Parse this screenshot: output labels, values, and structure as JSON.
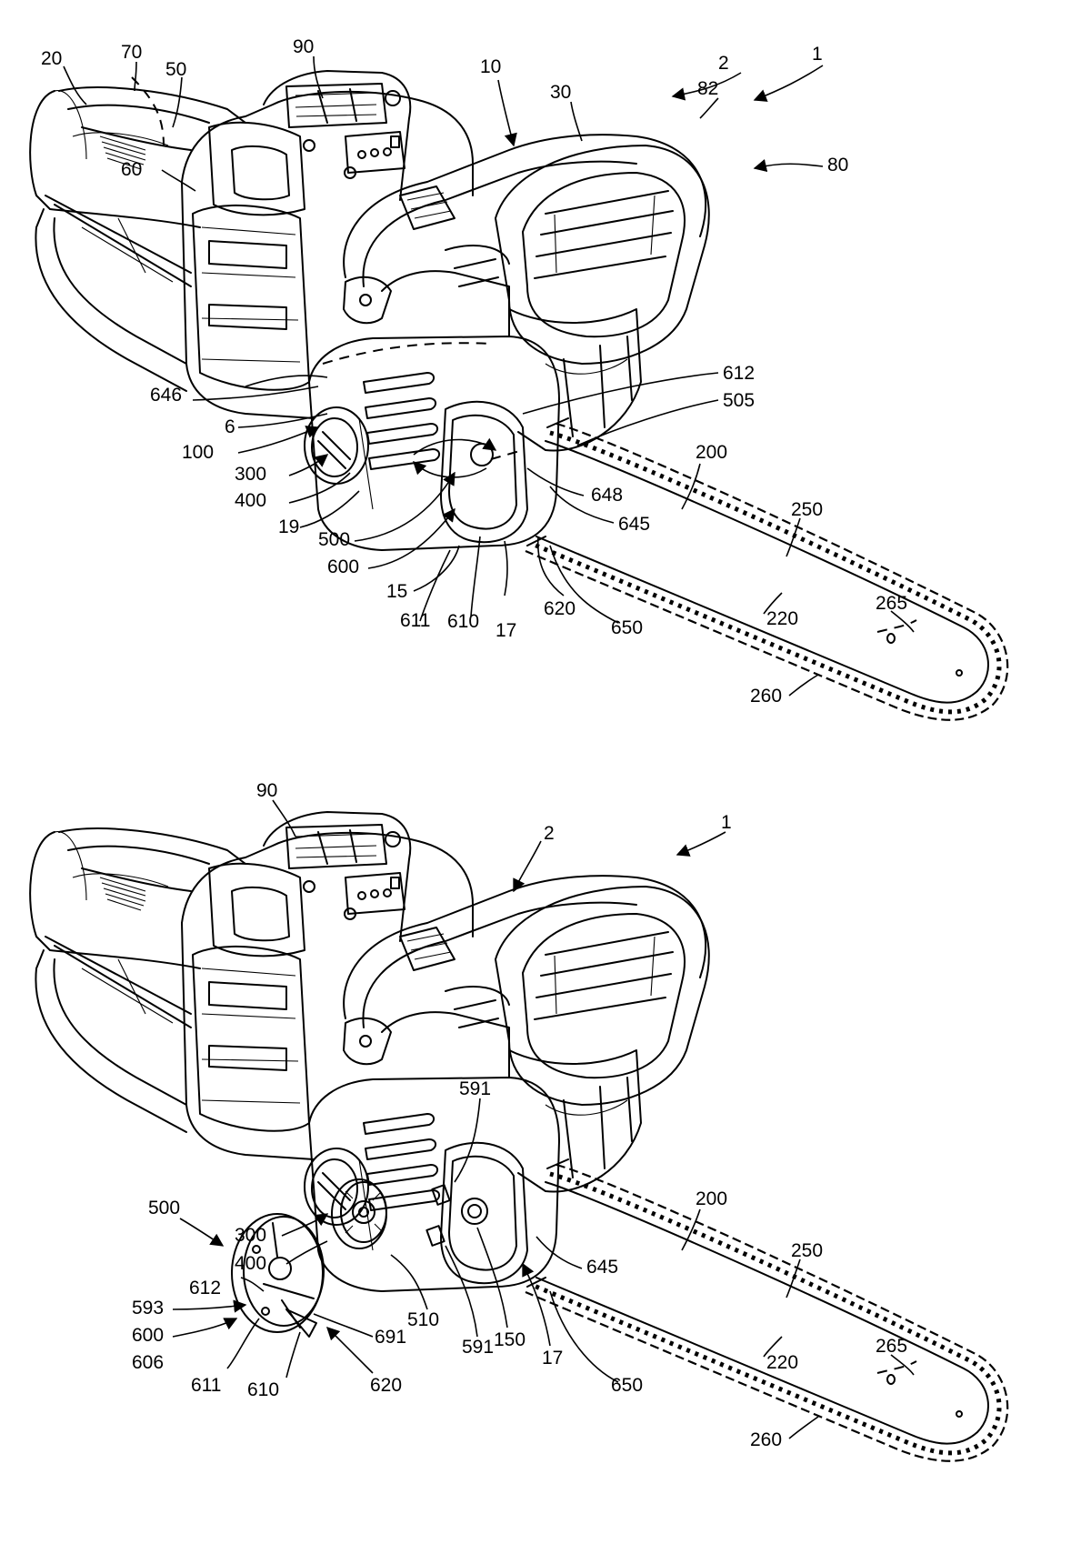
{
  "figures": [
    {
      "id": "top",
      "labels": [
        "1",
        "2",
        "10",
        "20",
        "30",
        "50",
        "60",
        "70",
        "80",
        "82",
        "90",
        "6",
        "100",
        "300",
        "400",
        "19",
        "500",
        "600",
        "15",
        "610",
        "611",
        "17",
        "620",
        "650",
        "645",
        "648",
        "505",
        "612",
        "646",
        "200",
        "250",
        "220",
        "265",
        "260"
      ]
    },
    {
      "id": "bottom",
      "labels": [
        "1",
        "2",
        "90",
        "591",
        "500",
        "300",
        "400",
        "612",
        "593",
        "600",
        "606",
        "611",
        "610",
        "620",
        "691",
        "510",
        "150",
        "17",
        "591",
        "645",
        "650",
        "200",
        "250",
        "220",
        "265",
        "260"
      ]
    }
  ]
}
